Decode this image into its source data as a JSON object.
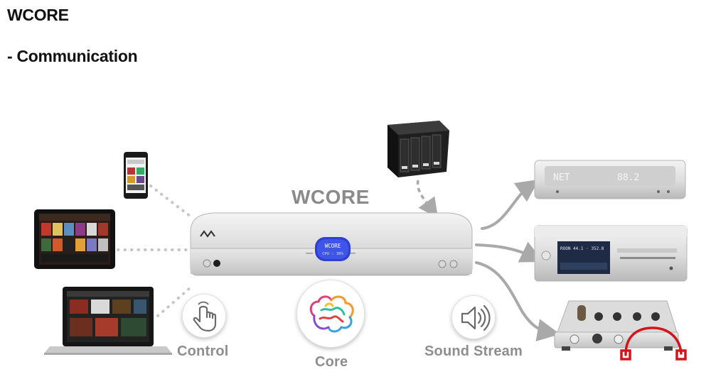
{
  "title": "WCORE",
  "subtitle": "- Communication",
  "center_label": "WCORE",
  "device_screen": {
    "line1": "WCORE",
    "line2": "CPU : 30%"
  },
  "outputs": {
    "tuner_display_left": "NET",
    "tuner_display_right": "88.2",
    "dac_display": "ROON  44.1 · 352.8"
  },
  "captions": {
    "control": "Control",
    "core": "Core",
    "sound_stream": "Sound Stream"
  },
  "icons": {
    "control": "hand-touch-icon",
    "core": "brain-icon",
    "sound_stream": "speaker-icon"
  },
  "colors": {
    "caption": "#8e8e8e",
    "connector": "#a9a9a9",
    "headphone_accent": "#d0161c"
  }
}
